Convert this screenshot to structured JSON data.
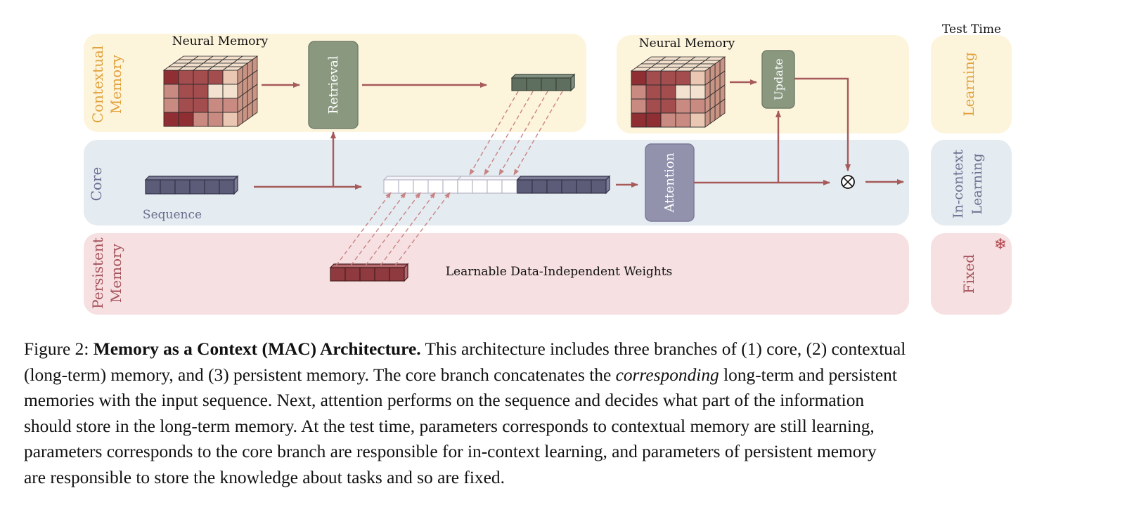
{
  "diagram": {
    "header_test_time": "Test Time",
    "lanes": {
      "contextual": {
        "label_line1": "Contextual",
        "label_line2": "Memory"
      },
      "core": {
        "label": "Core"
      },
      "persistent": {
        "label_line1": "Persistent",
        "label_line2": "Memory"
      }
    },
    "neural_memory_left": "Neural Memory",
    "neural_memory_right": "Neural Memory",
    "retrieval": "Retrieval",
    "update": "Update",
    "attention": "Attention",
    "sequence": "Sequence",
    "weights": "Learnable Data-Independent Weights",
    "combine_symbol": "⊗",
    "side": {
      "learning": "Learning",
      "in_context_line1": "In-context",
      "in_context_line2": "Learning",
      "fixed": "Fixed"
    },
    "snowflake_icon": "❄",
    "colors": {
      "contextual_bg": "#fdf4dc",
      "core_bg": "#e4ebf1",
      "persistent_bg": "#f6e0e1",
      "arrow": "#a65a5a",
      "orange_text": "#e0a23c",
      "slate_text": "#6d6e8e",
      "rose_text": "#a5525b",
      "retrieval_box": "#8a9880",
      "attention_box": "#9292ad"
    }
  },
  "caption": {
    "line1_prefix": "Figure 2: ",
    "line1_bold": "Memory as a Context (MAC) Architecture.",
    "line1_rest": " This architecture includes three branches of (1) core, (2) contextual",
    "line2_before": "(long-term) memory, and (3) persistent memory. The core branch concatenates the ",
    "line2_italic": "corresponding",
    "line2_after": " long-term and persistent",
    "line3": "memories with the input sequence. Next, attention performs on the sequence and decides what part of the information",
    "line4": "should store in the long-term memory. At the test time, parameters corresponds to contextual memory are still learning,",
    "line5": "parameters corresponds to the core branch are responsible for in-context learning, and parameters of persistent memory",
    "line6": "are responsible to store the knowledge about tasks and so are fixed."
  }
}
